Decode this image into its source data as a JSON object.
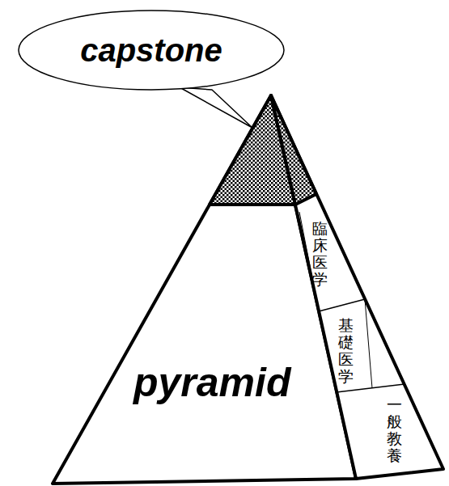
{
  "diagram": {
    "nodes": [
      {
        "text": [
          "capstone"
        ]
      },
      {
        "text": [
          "臨床医学"
        ]
      },
      {
        "text": [
          "基礎医学"
        ]
      },
      {
        "text": [
          "一般教養"
        ]
      }
    ],
    "labels": [
      "pyramid"
    ]
  }
}
